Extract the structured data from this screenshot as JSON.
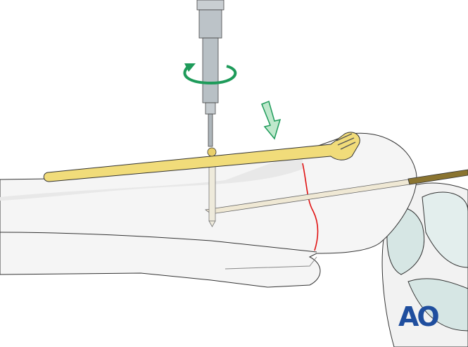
{
  "illustration": {
    "subject": "Plate fixation of distal radius with screw insertion",
    "elements": [
      "screwdriver",
      "rotation-arrow",
      "push-arrow",
      "bone-plate",
      "screw",
      "k-wire",
      "fracture-line",
      "radius-bone",
      "carpal-bones"
    ]
  },
  "colors": {
    "bone": "#f4f4f4",
    "bone_shade": "#e6e6e6",
    "outline": "#333333",
    "plate": "#f1dc7a",
    "arrow_green": "#1e9b5a",
    "arrow_fill": "#bfe8cc",
    "fracture": "#e01010",
    "wire": "#efe8d4",
    "wire_dark": "#8a7430",
    "carpal": "#d6e6e4",
    "logo": "#1f4e9e"
  },
  "logo": {
    "text": "AO"
  }
}
